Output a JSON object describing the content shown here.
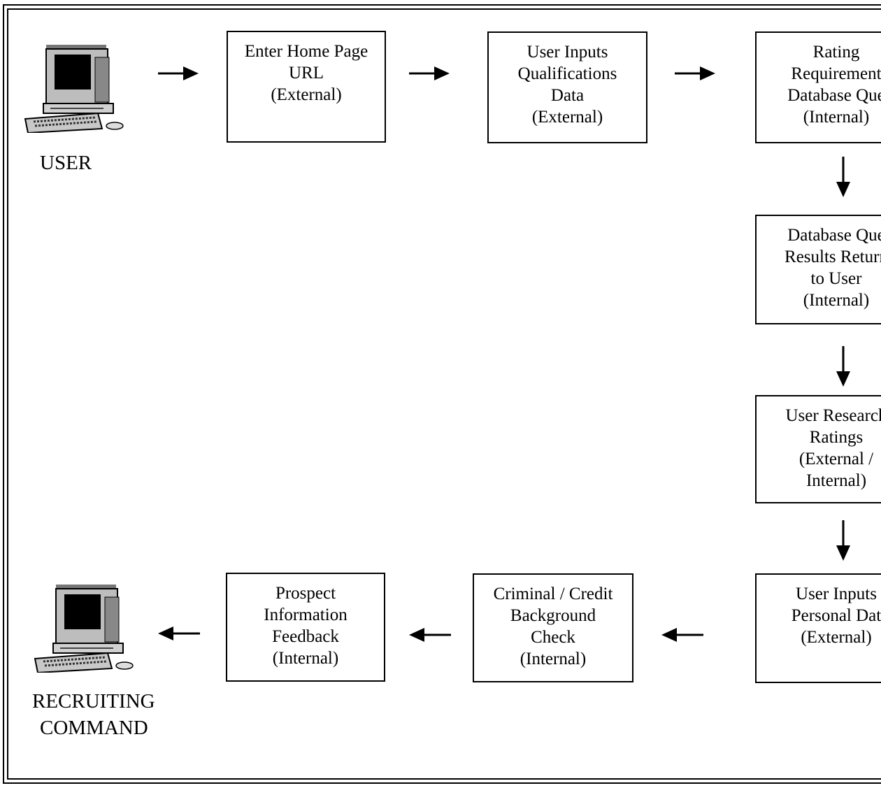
{
  "user_label": "USER",
  "recruiting_label": [
    "RECRUITING",
    "COMMAND"
  ],
  "steps": {
    "home_page": [
      "Enter Home Page",
      "URL",
      "(External)"
    ],
    "qualifications": [
      "User Inputs",
      "Qualifications",
      "Data",
      "(External)"
    ],
    "rating_query": [
      "Rating",
      "Requirement",
      "Database Que",
      "(Internal)"
    ],
    "query_results": [
      "Database Que",
      "Results Return",
      "to User",
      "(Internal)"
    ],
    "research_ratings": [
      "User Research",
      "Ratings",
      "(External /",
      "Internal)"
    ],
    "personal_data": [
      "User Inputs",
      "Personal Dat",
      "(External)"
    ],
    "background_check": [
      "Criminal / Credit",
      "Background",
      "Check",
      "(Internal)"
    ],
    "prospect_feedback": [
      "Prospect",
      "Information",
      "Feedback",
      "(Internal)"
    ]
  }
}
